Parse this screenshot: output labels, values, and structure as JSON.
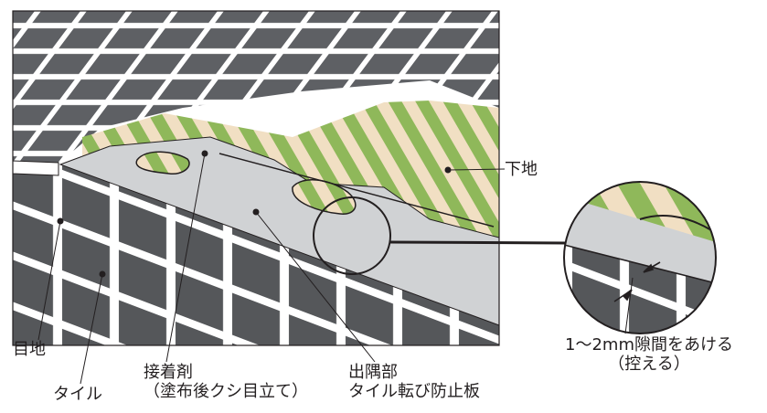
{
  "labels": {
    "base": "下地",
    "joint": "目地",
    "tile": "タイル",
    "adhesive": {
      "line1": "接着剤",
      "line2": "（塗布後クシ目立て）"
    },
    "corner": {
      "line1": "出隅部",
      "line2": "タイル転び防止板"
    },
    "gap": {
      "line1": "1～2mm隙間をあける",
      "line2": "（控える）"
    }
  },
  "colors": {
    "tile": "#5e6064",
    "tile_side": "#55575a",
    "grout": "#ffffff",
    "plate": "#d0d2d4",
    "adhesive_green": "#8fb85a",
    "adhesive_beige": "#f1dfc3",
    "line": "#231f20"
  }
}
